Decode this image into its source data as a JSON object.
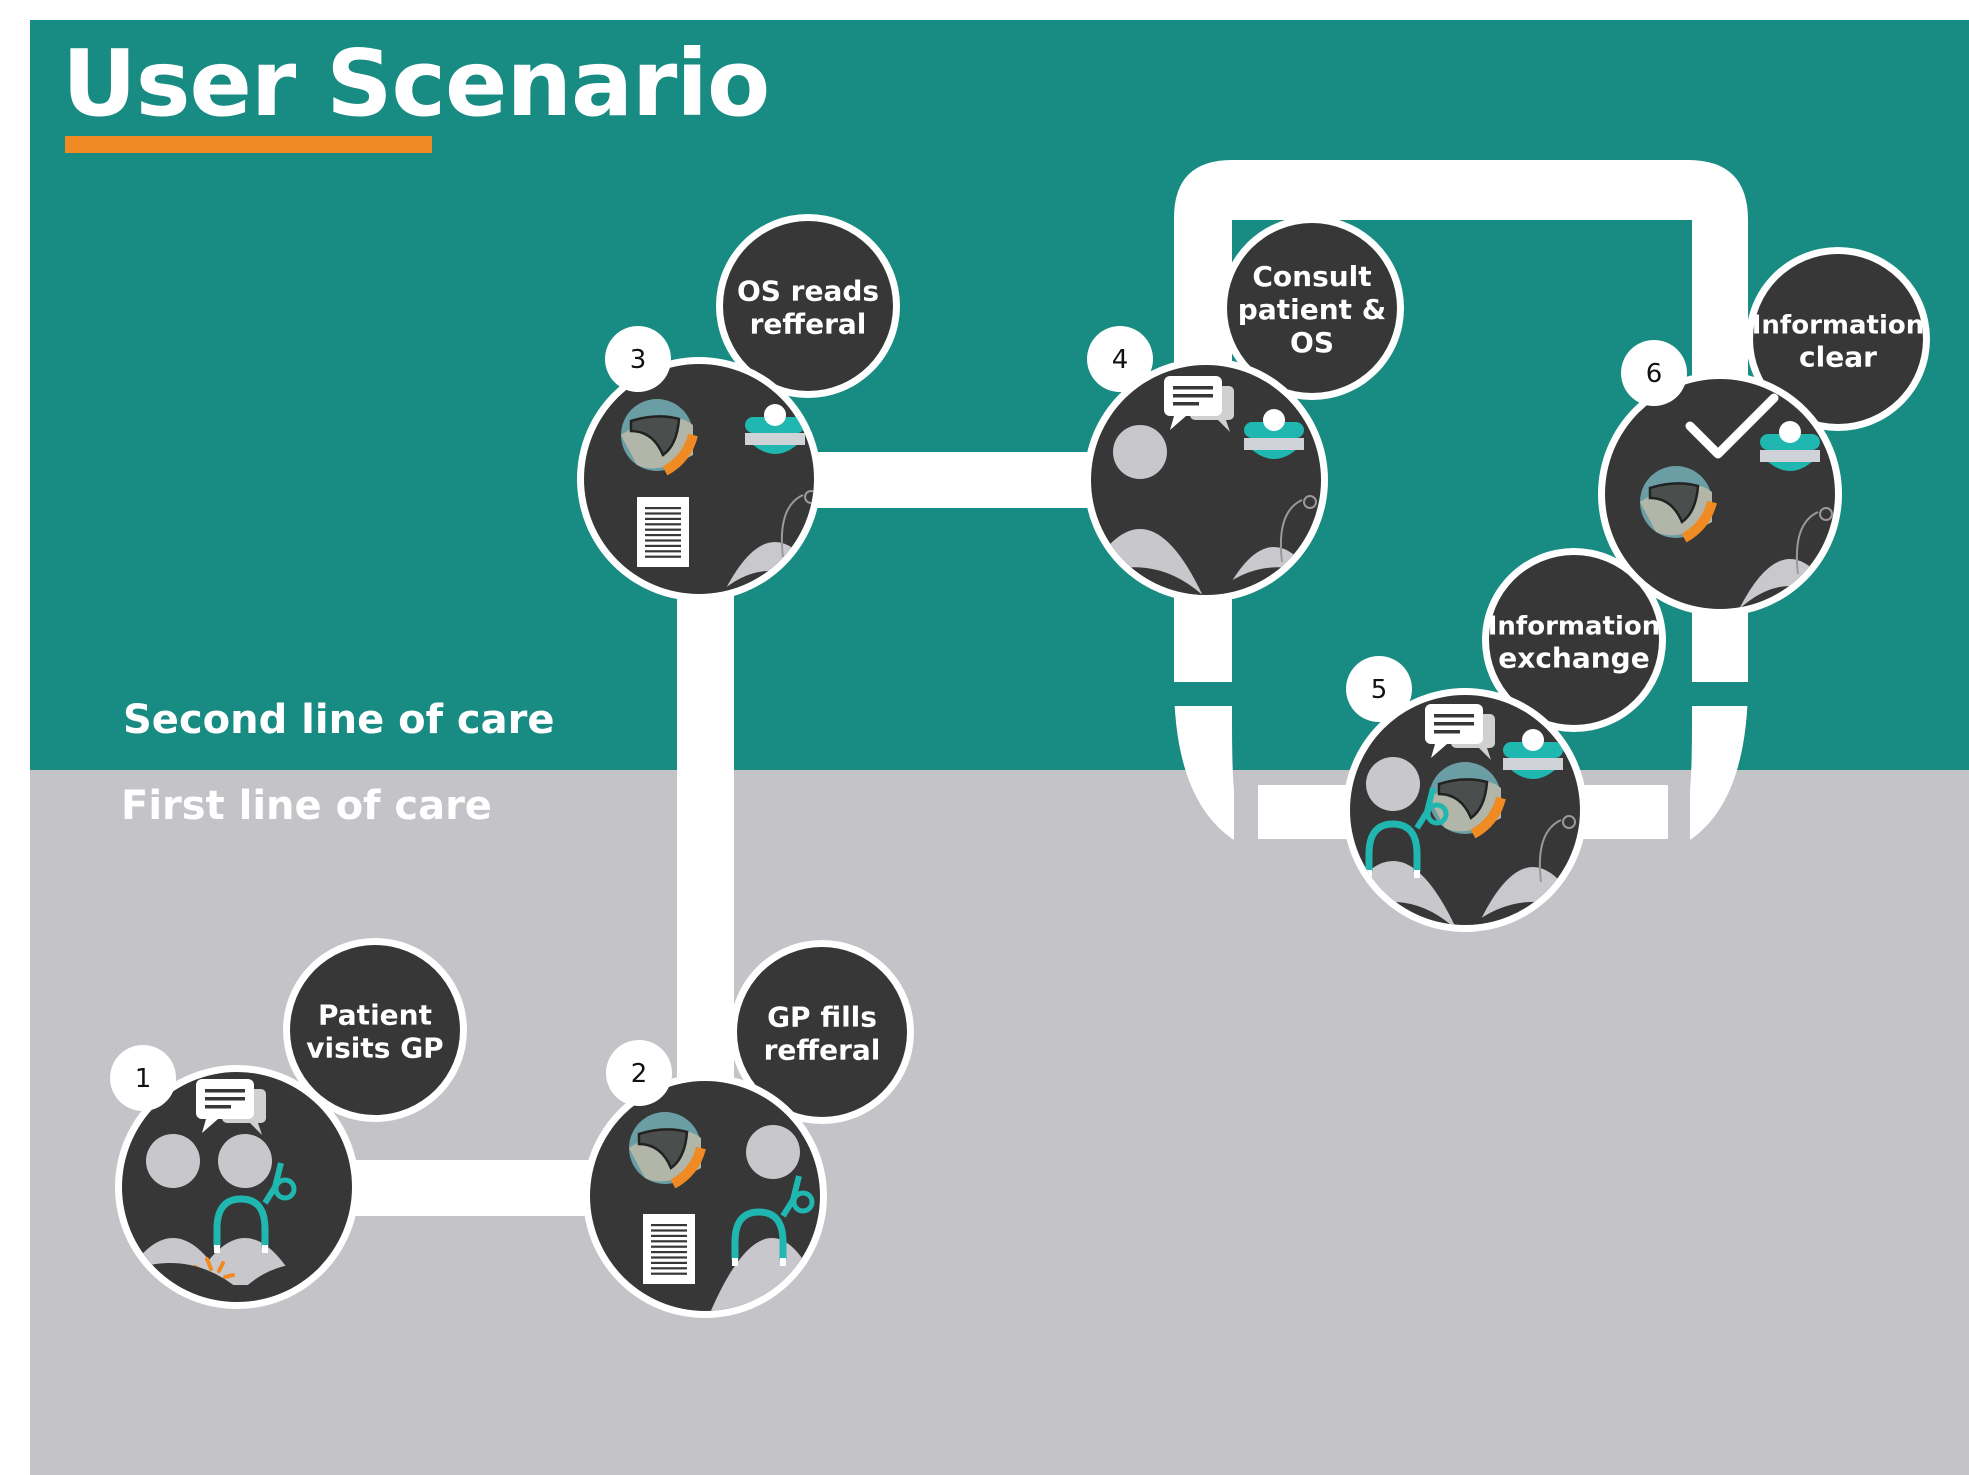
{
  "title": "User Scenario",
  "lanes": {
    "second": "Second line  of care",
    "first": "First line of care"
  },
  "colors": {
    "teal": "#188b82",
    "grey": "#c4c3c8",
    "dark": "#373737",
    "white": "#ffffff",
    "orange": "#ef8b22",
    "accent": "#1fb7b0"
  },
  "steps": [
    {
      "number": "1",
      "label": [
        "Patient",
        "visits GP"
      ],
      "lane": "first",
      "icons": [
        "patient-avatar-icon",
        "doctor-avatar-icon",
        "speech-bubble-icon",
        "stethoscope-icon",
        "pain-burst-icon"
      ]
    },
    {
      "number": "2",
      "label": [
        "GP fills",
        "refferal"
      ],
      "lane": "first",
      "icons": [
        "insole-icon",
        "doctor-avatar-icon",
        "document-icon",
        "stethoscope-icon"
      ]
    },
    {
      "number": "3",
      "label": [
        "OS reads",
        "refferal"
      ],
      "lane": "second",
      "icons": [
        "insole-icon",
        "specialist-avatar-icon",
        "document-icon"
      ]
    },
    {
      "number": "4",
      "label": [
        "Consult",
        "patient &",
        "OS"
      ],
      "lane": "second",
      "icons": [
        "patient-avatar-icon",
        "specialist-avatar-icon",
        "speech-bubble-icon"
      ]
    },
    {
      "number": "5",
      "label": [
        "Information",
        "exchange"
      ],
      "lane": "both",
      "icons": [
        "doctor-avatar-icon",
        "specialist-avatar-icon",
        "speech-bubble-icon",
        "insole-icon",
        "stethoscope-icon"
      ]
    },
    {
      "number": "6",
      "label": [
        "Information",
        "clear"
      ],
      "lane": "second",
      "icons": [
        "checkmark-icon",
        "insole-icon",
        "specialist-avatar-icon"
      ]
    }
  ]
}
